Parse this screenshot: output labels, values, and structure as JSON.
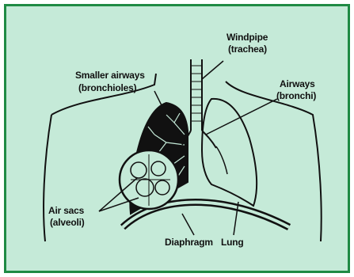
{
  "colors": {
    "frame": "#1f8a44",
    "background": "#c5ead8",
    "ink": "#111111"
  },
  "labels": {
    "windpipe": "Windpipe",
    "trachea": "(trachea)",
    "smaller_airways": "Smaller airways",
    "bronchioles": "(bronchioles)",
    "airways": "Airways",
    "bronchi": "(bronchi)",
    "air_sacs": "Air sacs",
    "alveoli": "(alveoli)",
    "diaphragm": "Diaphragm",
    "lung": "Lung"
  }
}
